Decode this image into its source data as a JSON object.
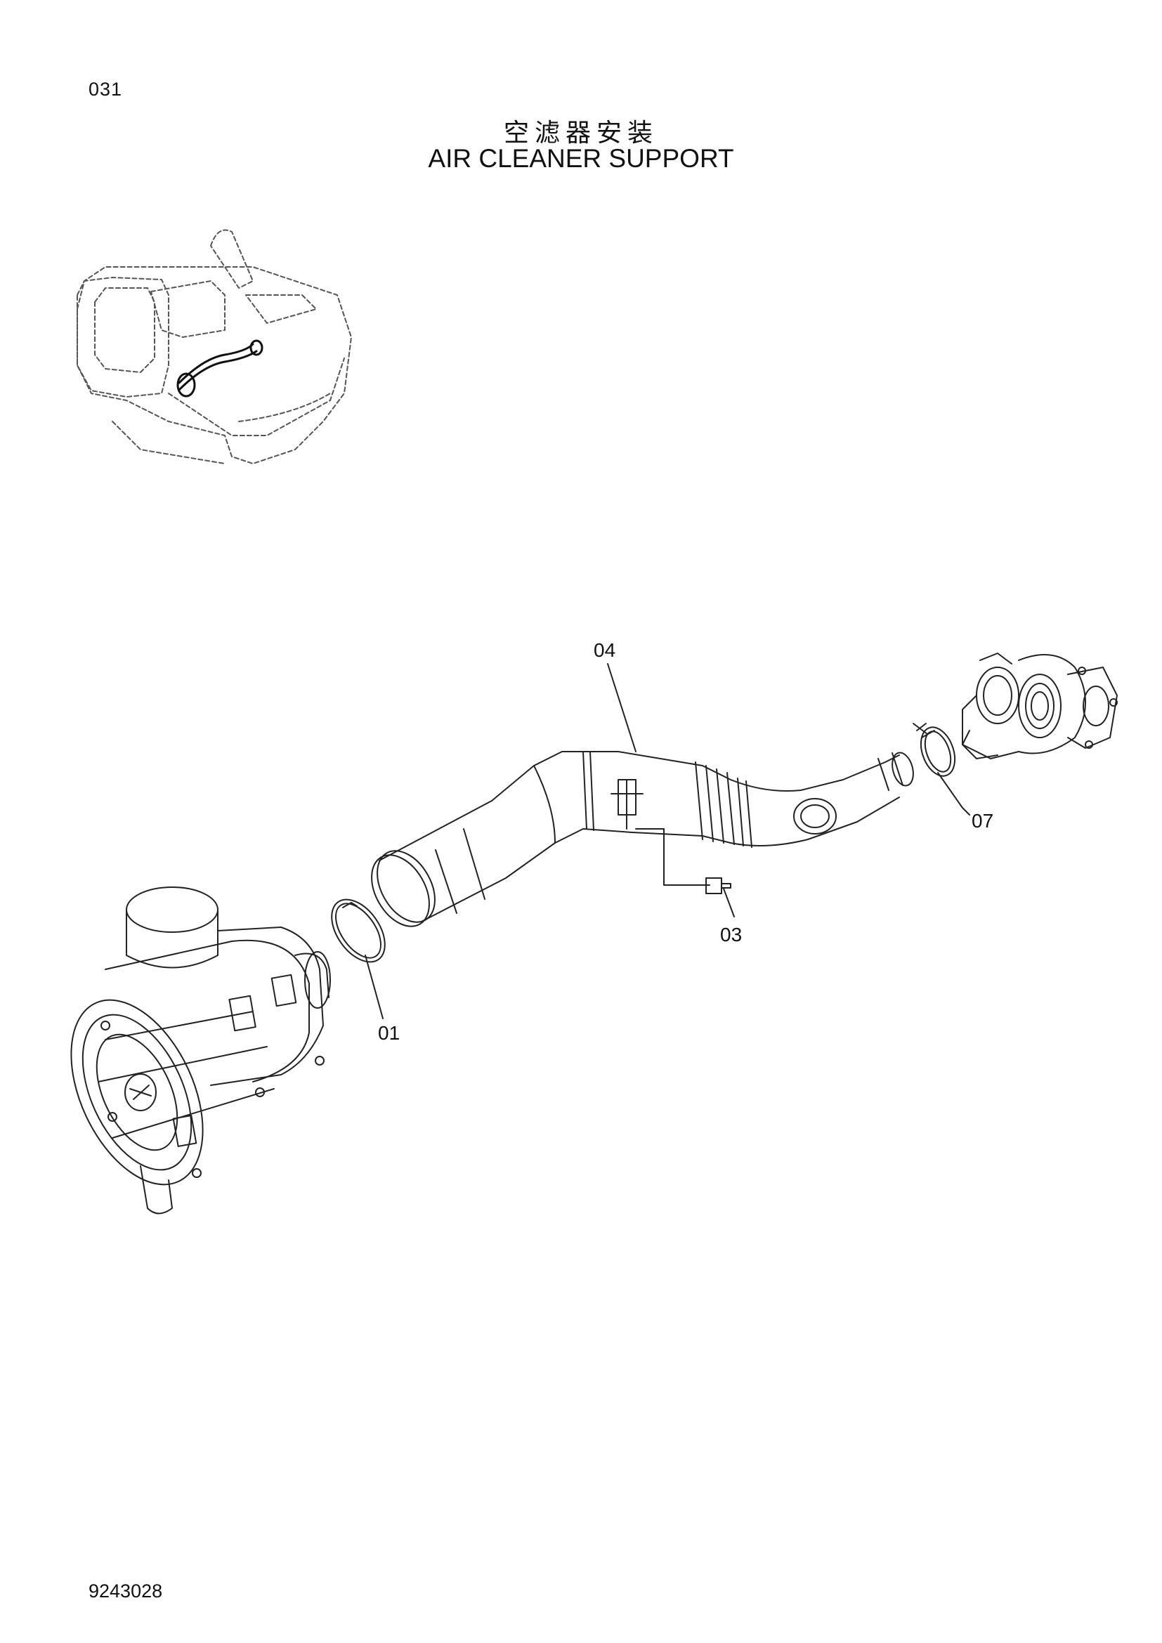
{
  "page_number": "031",
  "title": {
    "chinese": "空滤器安装",
    "english": "AIR CLEANER SUPPORT"
  },
  "callouts": {
    "part_01": "01",
    "part_03": "03",
    "part_04": "04",
    "part_07": "07"
  },
  "drawing_number": "9243028"
}
